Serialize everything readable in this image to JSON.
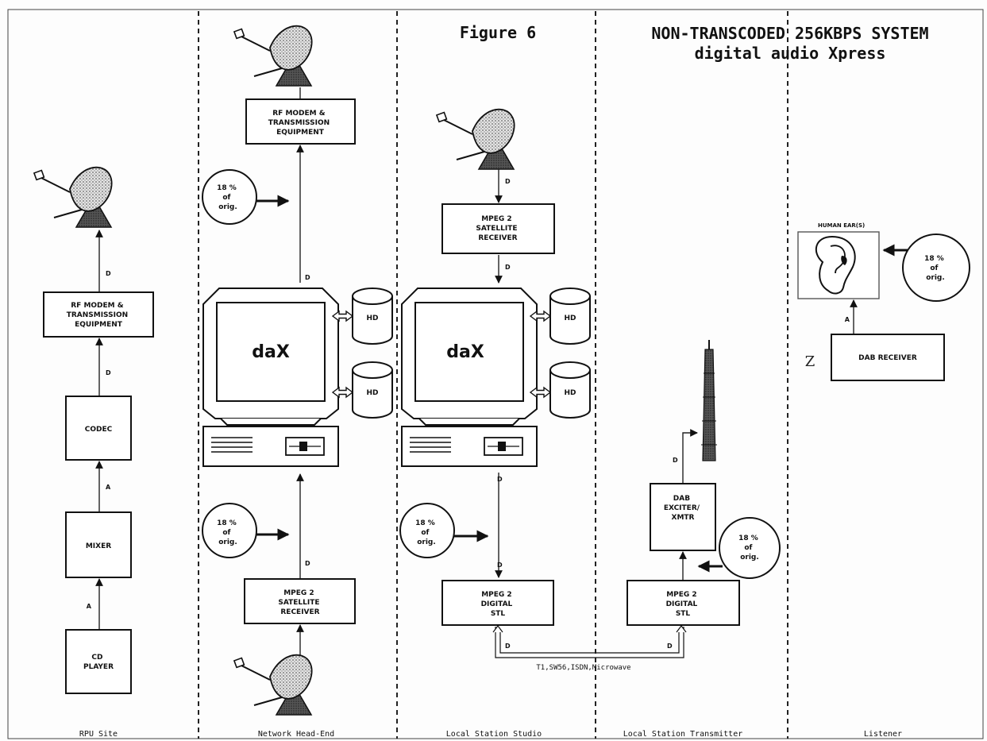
{
  "header": {
    "figure": "Figure 6",
    "title_line1": "NON-TRANSCODED 256KBPS SYSTEM",
    "title_line2": "digital audio Xpress"
  },
  "columns": {
    "rpu_site": "RPU Site",
    "network_head_end": "Network Head-End",
    "local_station_studio": "Local Station Studio",
    "local_station_transmitter": "Local Station Transmitter",
    "listener": "Listener"
  },
  "rpu": {
    "rf_modem": [
      "RF MODEM &",
      "TRANSMISSION",
      "EQUIPMENT"
    ],
    "codec": "CODEC",
    "mixer": "MIXER",
    "cd_player": [
      "CD",
      "PLAYER"
    ],
    "link_rf_to_dish": "D",
    "link_codec_to_rf": "D",
    "link_mixer_to_codec": "A",
    "link_cd_to_mixer": "A"
  },
  "network": {
    "rf_modem": [
      "RF MODEM &",
      "TRANSMISSION",
      "EQUIPMENT"
    ],
    "dax_label": "daX",
    "hd_top": "HD",
    "hd_bottom": "HD",
    "mpeg_receiver": [
      "MPEG 2",
      "SATELLITE",
      "RECEIVER"
    ],
    "pct_top": [
      "18 %",
      "of",
      "orig."
    ],
    "pct_bottom": [
      "18 %",
      "of",
      "orig."
    ],
    "link_dax_to_rf": "D",
    "link_receiver_to_dax": "D"
  },
  "studio": {
    "mpeg_receiver": [
      "MPEG 2",
      "SATELLITE",
      "RECEIVER"
    ],
    "dax_label": "daX",
    "hd_top": "HD",
    "hd_bottom": "HD",
    "digital_stl": [
      "MPEG 2",
      "DIGITAL",
      "STL"
    ],
    "pct": [
      "18 %",
      "of",
      "orig."
    ],
    "link_dish_to_receiver": "D",
    "link_receiver_to_dax": "D",
    "link_dax_to_stl_a": "D",
    "link_dax_to_stl_b": "D",
    "link_stl_out": "D"
  },
  "transmitter": {
    "digital_stl": [
      "MPEG 2",
      "DIGITAL",
      "STL"
    ],
    "dab_exciter": [
      "DAB",
      "EXCITER/",
      "XMTR"
    ],
    "pct": [
      "18 %",
      "of",
      "orig."
    ],
    "link_exciter_to_tower": "D",
    "link_stl_in": "D",
    "stl_link_caption": "T1,SW56,ISDN,Microwave"
  },
  "listener": {
    "human_ear": "HUMAN EAR(S)",
    "dab_receiver": "DAB RECEIVER",
    "pct": [
      "18 %",
      "of",
      "orig."
    ],
    "link_receiver_to_ear": "A",
    "handwritten_mark": "Z"
  }
}
